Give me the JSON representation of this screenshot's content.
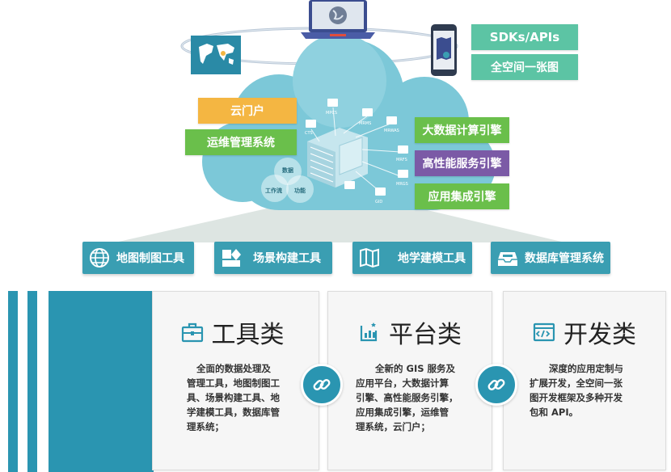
{
  "colors": {
    "teal": "#3a9eb2",
    "stripe": "#2a95b1",
    "cloud": "#7cc8d8",
    "green": "#6abf4b",
    "orange": "#f4b642",
    "purple": "#7b5aa6",
    "mint": "#5cc4a4"
  },
  "top_labels": {
    "sdk": "SDKs/APIs",
    "map": "全空间一张图"
  },
  "cloud_labels": {
    "portal": "云门户",
    "ops": "运维管理系统",
    "bigdata": "大数据计算引擎",
    "hpc": "高性能服务引擎",
    "integration": "应用集成引擎"
  },
  "cloud_nodes": {
    "mpcs": "MPCS",
    "mrms": "MRMS",
    "mrwas": "MRWAS",
    "cts": "CTS",
    "mrfs": "MRFS",
    "mrgs": "MRGS",
    "gid": "GID",
    "data": "数据",
    "workflow": "工作流",
    "func": "功能"
  },
  "tools": [
    {
      "label": "地图制图工具",
      "icon": "globe-icon"
    },
    {
      "label": "场景构建工具",
      "icon": "shapes-icon"
    },
    {
      "label": "地学建模工具",
      "icon": "folded-map-icon"
    },
    {
      "label": "数据库管理系统",
      "icon": "database-tray-icon"
    }
  ],
  "cards": [
    {
      "title": "工具类",
      "icon": "toolbox-icon",
      "desc": [
        "全面的数据处理及",
        "管理工具，地图制图工",
        "具、场景构建工具、地",
        "学建模工具，数据库管",
        "理系统；"
      ]
    },
    {
      "title": "平台类",
      "icon": "chart-icon",
      "desc": [
        "全新的 GIS 服务及",
        "应用平台，大数据计算",
        "引擎、高性能服务引擎，",
        "应用集成引擎，运维管",
        "理系统，云门户；"
      ]
    },
    {
      "title": "开发类",
      "icon": "code-window-icon",
      "desc": [
        "深度的应用定制与",
        "扩展开发，全空间一张",
        "图开发框架及多种开发",
        "包和 API。"
      ]
    }
  ]
}
